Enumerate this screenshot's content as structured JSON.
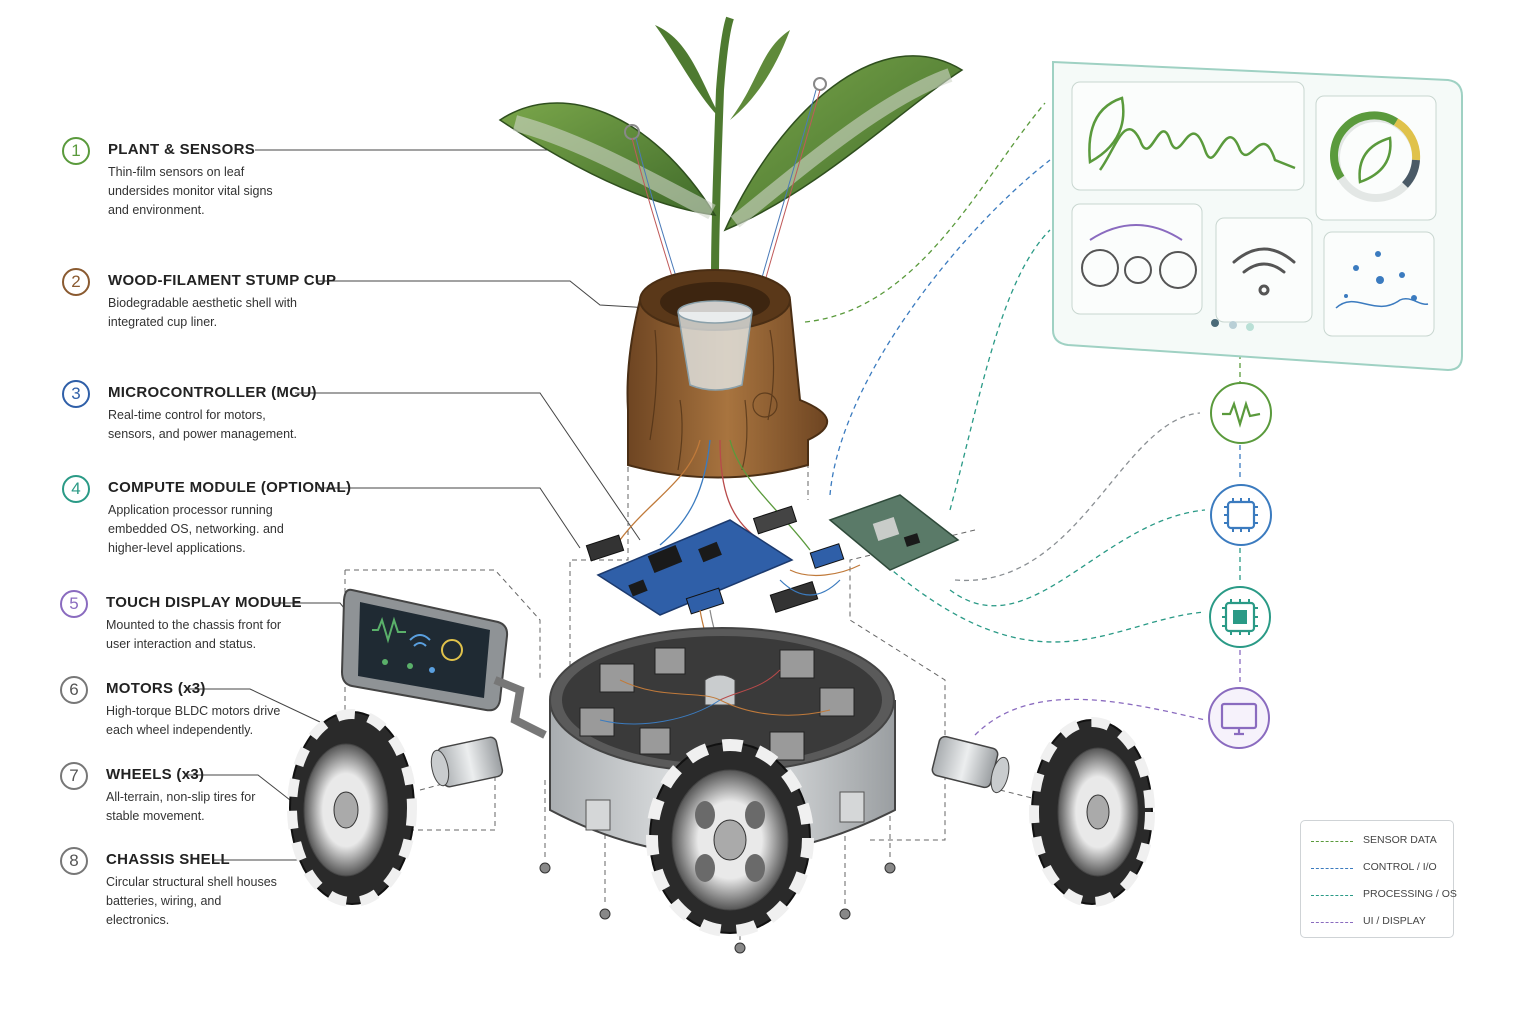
{
  "colors": {
    "sensor": "#5a9a3c",
    "control": "#3b7bbf",
    "processing": "#2a9a86",
    "ui": "#8a6bbf",
    "wood": "#8a5a30",
    "board": "#2f5fa8",
    "panel_border": "#9fd1c3"
  },
  "callouts": [
    {
      "number": "1",
      "title": "PLANT & SENSORS",
      "desc": "Thin-film sensors on leaf undersides monitor vital signs and environment.",
      "color": "#5a9a3c"
    },
    {
      "number": "2",
      "title": "WOOD-FILAMENT STUMP CUP",
      "desc": "Biodegradable aesthetic shell with integrated cup liner.",
      "color": "#8a5a30"
    },
    {
      "number": "3",
      "title": "MICROCONTROLLER (MCU)",
      "desc": "Real-time control for motors, sensors, and power management.",
      "color": "#2f5fa8"
    },
    {
      "number": "4",
      "title": "COMPUTE MODULE (OPTIONAL)",
      "desc": "Application processor running embedded OS, networking. and higher-level applications.",
      "color": "#2a9a86"
    },
    {
      "number": "5",
      "title": "TOUCH DISPLAY MODULE",
      "desc": "Mounted to the chassis front for user interaction and status.",
      "color": "#8a6bbf"
    },
    {
      "number": "6",
      "title": "MOTORS (x3)",
      "desc": "High-torque BLDC motors drive each wheel independently.",
      "color": "#777777"
    },
    {
      "number": "7",
      "title": "WHEELS (x3)",
      "desc": "All-terrain, non-slip tires for stable movement.",
      "color": "#777777"
    },
    {
      "number": "8",
      "title": "CHASSIS SHELL",
      "desc": "Circular structural shell houses batteries, wiring, and electronics.",
      "color": "#777777"
    }
  ],
  "flow_icons": [
    "waveform-icon",
    "chip-icon",
    "processor-icon",
    "display-icon"
  ],
  "dashboard_tiles": [
    "leaf-waveform-tile",
    "leaf-gauge-tile",
    "motor-link-tile",
    "wifi-tile",
    "data-scatter-tile"
  ],
  "legend": [
    {
      "label": "SENSOR DATA",
      "color": "#5a9a3c"
    },
    {
      "label": "CONTROL / I/O",
      "color": "#3b7bbf"
    },
    {
      "label": "PROCESSING / OS",
      "color": "#2a9a86"
    },
    {
      "label": "UI / DISPLAY",
      "color": "#8a6bbf"
    }
  ]
}
